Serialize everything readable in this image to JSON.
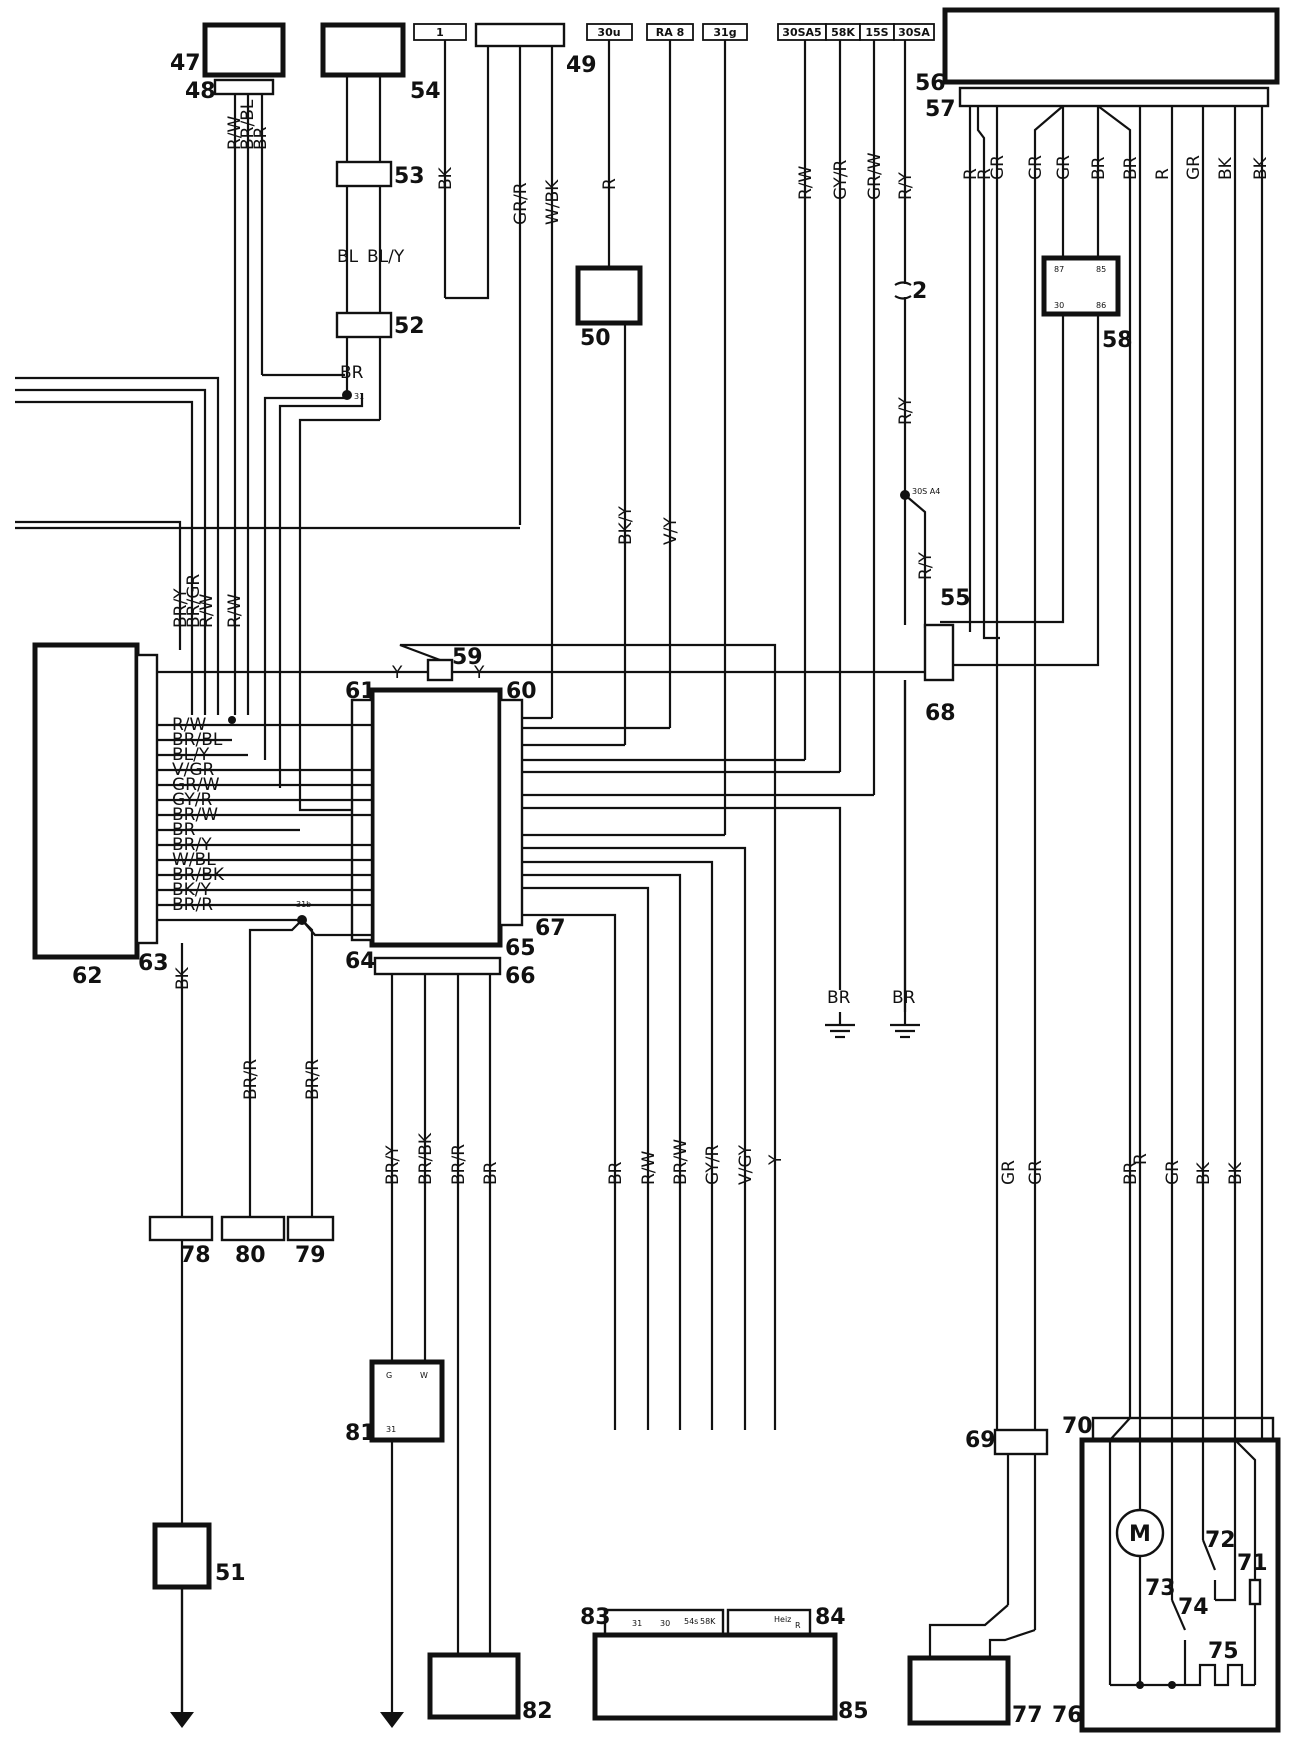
{
  "component_numbers": {
    "c47": "47",
    "c48": "48",
    "c49": "49",
    "c50": "50",
    "c51": "51",
    "c52": "52",
    "c53": "53",
    "c54": "54",
    "c55": "55",
    "c56": "56",
    "c57": "57",
    "c58": "58",
    "c59": "59",
    "c60": "60",
    "c61": "61",
    "c62": "62",
    "c63": "63",
    "c64": "64",
    "c65": "65",
    "c66": "66",
    "c67": "67",
    "c68": "68",
    "c69": "69",
    "c70": "70",
    "c71": "71",
    "c72": "72",
    "c73": "73",
    "c74": "74",
    "c75": "75",
    "c76": "76",
    "c77": "77",
    "c78": "78",
    "c79": "79",
    "c80": "80",
    "c81": "81",
    "c82": "82",
    "c83": "83",
    "c84": "84",
    "c85": "85",
    "c2": "2"
  },
  "terminal_tags": {
    "t1": "1",
    "t30u": "30u",
    "tRA8": "RA 8",
    "t31g": "31g",
    "t30SA5": "30SA5",
    "t58K": "58K",
    "t15S": "15S",
    "t30SA": "30SA"
  },
  "splice_labels": {
    "s31": "31",
    "s31b": "31b",
    "s30SA4": "30S A4"
  },
  "wire_labels": {
    "rw_47": "R/W",
    "brbl_47": "BR/BL",
    "br_47": "BR",
    "bk_1": "BK",
    "grr_49": "GR/R",
    "wbk_49": "W/BK",
    "r_30u": "R",
    "bl_53": "BL",
    "bly_53": "BL/Y",
    "br_52": "BR",
    "rw_30sa5": "R/W",
    "gyr_58k": "GY/R",
    "grw_15s": "GR/W",
    "ry_30sa": "R/Y",
    "ry_mid": "R/Y",
    "ry_55": "R/Y",
    "bky_50": "BK/Y",
    "vy_ra8": "V/Y",
    "r_57a": "R",
    "r_57b": "R",
    "gr_57c": "GR",
    "gr_57d": "GR",
    "gr_57e": "GR",
    "br_57f": "BR",
    "br_57g": "BR",
    "r_57h": "R",
    "gr_57i": "GR",
    "bk_57j": "BK",
    "bk_57k": "BK",
    "bry_v": "BR/Y",
    "brgr_v": "BR/GR",
    "rw_v1": "R/W",
    "rw_v2": "R/W",
    "y_59l": "Y",
    "y_59r": "Y",
    "p62_rw": "R/W",
    "p62_brbl": "BR/BL",
    "p62_bly": "BL/Y",
    "p62_vgr": "V/GR",
    "p62_grw": "GR/W",
    "p62_gyr": "GY/R",
    "p62_brw": "BR/W",
    "p62_br": "BR",
    "p62_bry": "BR/Y",
    "p62_wbl": "W/BL",
    "p62_brbk": "BR/BK",
    "p62_bky": "BK/Y",
    "p62_brr": "BR/R",
    "bk_63": "BK",
    "brr_80": "BR/R",
    "brr_79": "BR/R",
    "bry_66": "BR/Y",
    "brbk_66": "BR/BK",
    "brr_66": "BR/R",
    "br_66": "BR",
    "gnd1": "BR",
    "gnd2": "BR",
    "br_83": "BR",
    "rw_83": "R/W",
    "brw_83": "BR/W",
    "gyr_83": "GY/R",
    "vgy_84": "V/GY",
    "y_84": "Y",
    "gr_69a": "GR",
    "gr_69b": "GR",
    "br_70": "BR",
    "r_70": "R",
    "gr_70": "GR",
    "bk_70a": "BK",
    "bk_70b": "BK"
  },
  "pin_labels": {
    "p58_87": "87",
    "p58_85": "85",
    "p58_30": "30",
    "p58_86": "86",
    "p81_g": "G",
    "p81_w": "W",
    "p81_31": "31",
    "p83_31": "31",
    "p83_30": "30",
    "p83_54": "54s",
    "p83_58": "58K",
    "p84_h": "Heiz",
    "p84_r": "R"
  },
  "motor_label": "M"
}
